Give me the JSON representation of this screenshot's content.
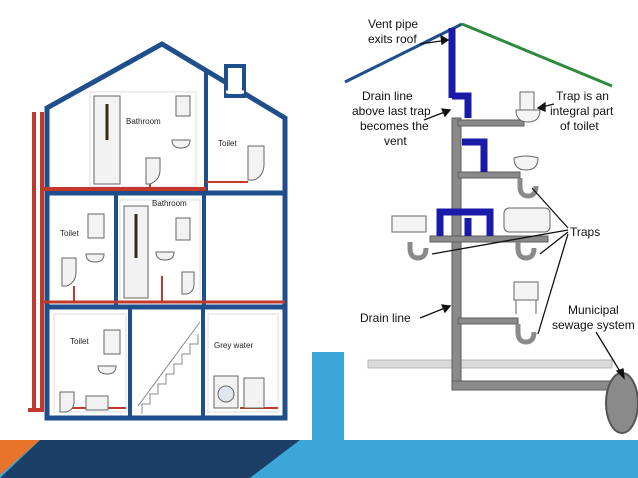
{
  "house": {
    "rooms": {
      "bathroom_top": "Bathroom",
      "toilet_top": "Toilet",
      "bathroom_mid": "Bathroom",
      "toilet_mid": "Toilet",
      "toilet_bottom": "Toilet",
      "grey_water": "Grey water"
    }
  },
  "plumbing": {
    "callouts": {
      "vent_pipe": [
        "Vent pipe",
        "exits roof"
      ],
      "drain_line_vent": [
        "Drain line",
        "above last trap",
        "becomes the",
        "vent"
      ],
      "trap_integral": [
        "Trap is an",
        "integral part",
        "of toilet"
      ],
      "traps": "Traps",
      "drain_line": "Drain line",
      "municipal": [
        "Municipal",
        "sewage system"
      ]
    }
  },
  "colors": {
    "house_outline": "#1f4e8c",
    "hot_pipe": "#c0392b",
    "vent_pipe": "#1a1aa8",
    "drain_pipe": "#8a8a8a",
    "roof_green": "#2e8b3d",
    "roof_blue": "#1f4e8c",
    "accent_cyan": "#3aa7d8",
    "accent_navy": "#1b3f66",
    "accent_orange": "#e8742a"
  }
}
